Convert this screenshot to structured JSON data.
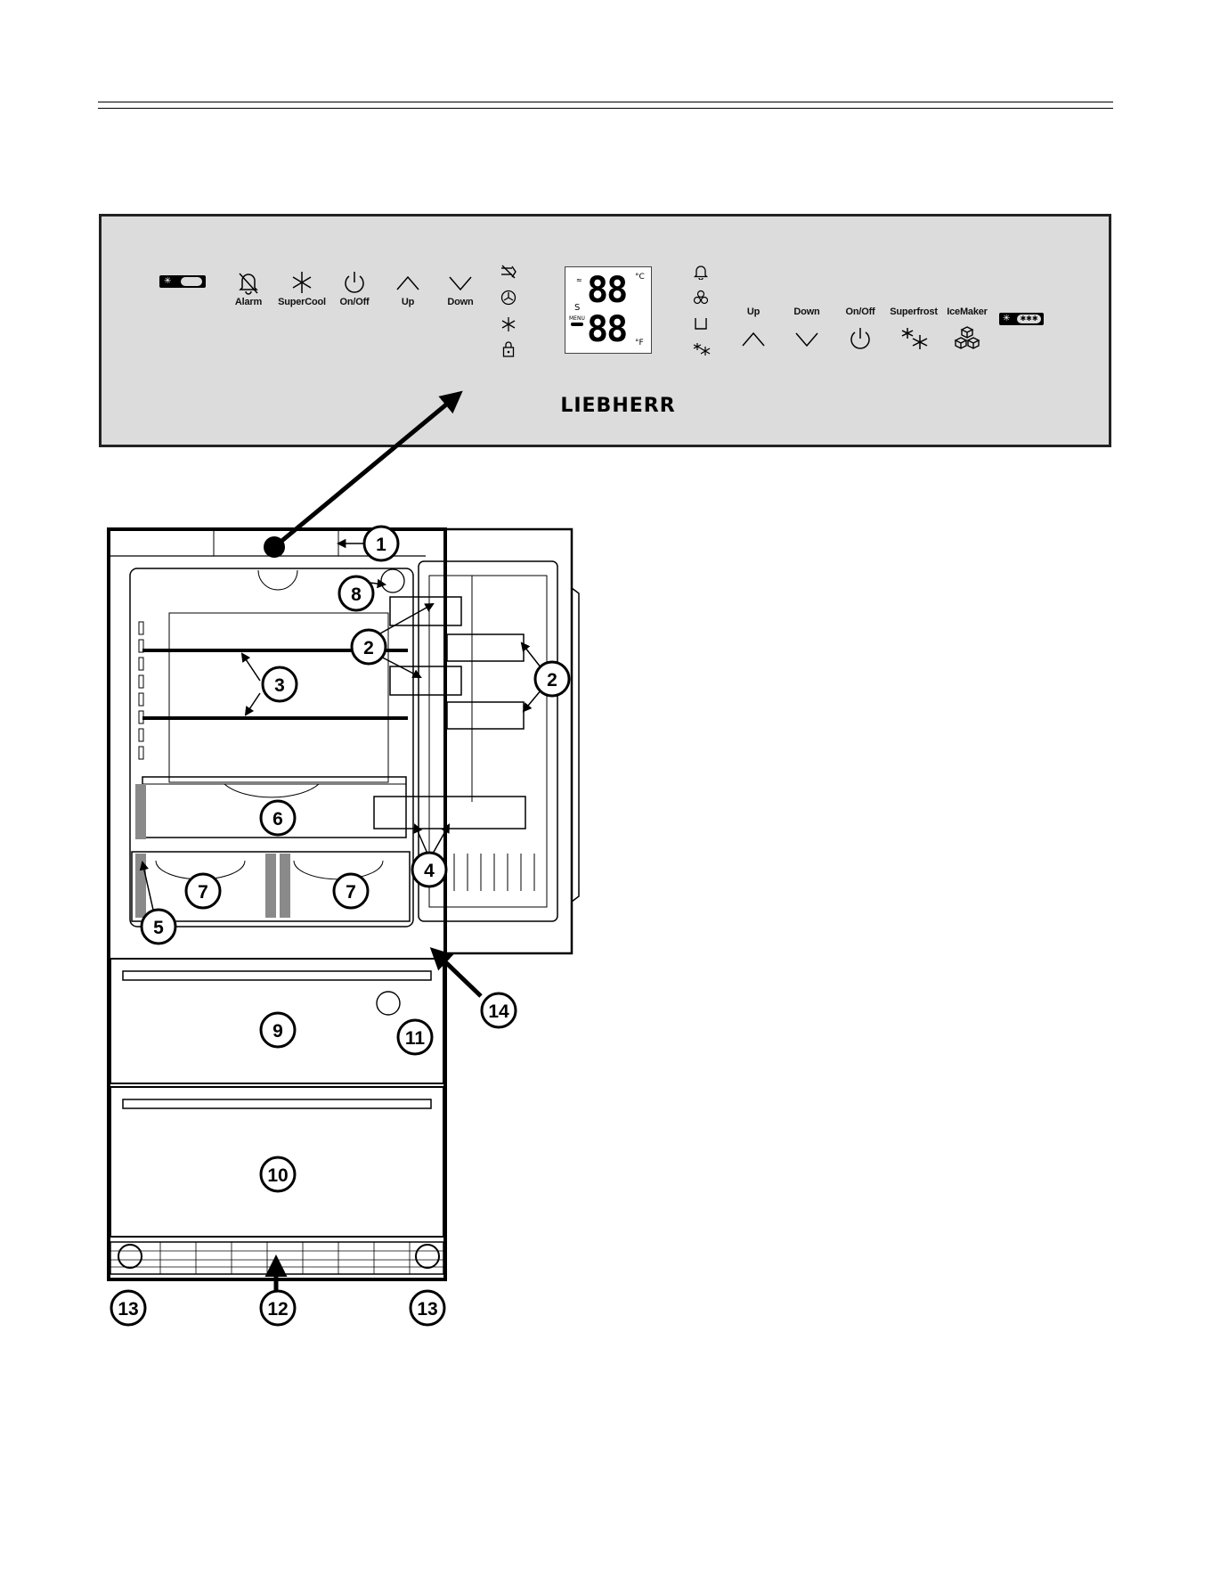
{
  "header": {
    "rules": 2
  },
  "panel": {
    "left_controls": [
      {
        "label": "Alarm",
        "icon": "bell-slash-icon"
      },
      {
        "label": "SuperCool",
        "icon": "snowflake-icon"
      },
      {
        "label": "On/Off",
        "icon": "power-icon"
      },
      {
        "label": "Up",
        "icon": "chevron-up-icon"
      },
      {
        "label": "Down",
        "icon": "chevron-down-icon"
      }
    ],
    "status_icons_left": [
      "filter-icon",
      "fan-icon",
      "snowflake-icon",
      "lock-icon"
    ],
    "display": {
      "top_digits": "88",
      "bottom_digits": "88",
      "unit_top": "°C",
      "unit_bottom": "°F",
      "side_s": "S",
      "side_menu": "MENU"
    },
    "status_icons_right": [
      "bell-icon",
      "ice-cubes-icon",
      "bin-icon",
      "superfrost-icon"
    ],
    "right_controls": [
      {
        "label": "Up",
        "icon": "chevron-up-icon"
      },
      {
        "label": "Down",
        "icon": "chevron-down-icon"
      },
      {
        "label": "On/Off",
        "icon": "power-icon"
      },
      {
        "label": "Superfrost",
        "icon": "superfrost-icon"
      },
      {
        "label": "IceMaker",
        "icon": "ice-cubes-icon"
      }
    ],
    "brand": "LIEBHERR",
    "left_zone_badge": "fridge-zone-badge-icon",
    "right_zone_badge": "freezer-zone-badge-icon"
  },
  "callouts": [
    "1",
    "2",
    "2",
    "3",
    "4",
    "5",
    "6",
    "7",
    "7",
    "8",
    "9",
    "10",
    "11",
    "12",
    "13",
    "13",
    "14"
  ]
}
